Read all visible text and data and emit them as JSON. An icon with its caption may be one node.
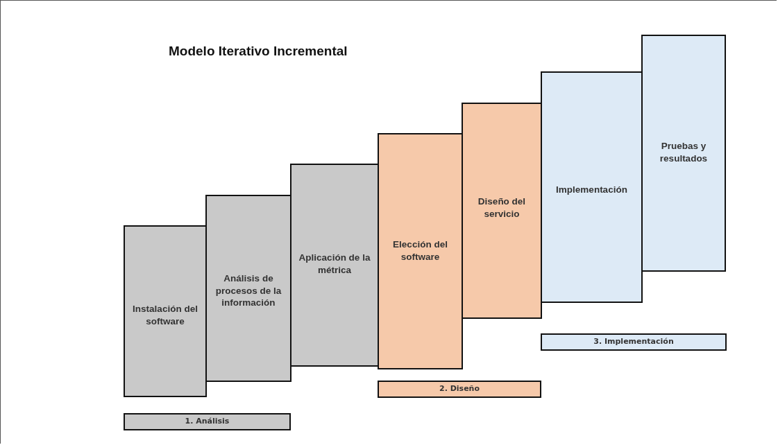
{
  "diagram": {
    "title": "Modelo Iterativo Incremental",
    "nodes": [
      {
        "text": [
          "Instalación del software"
        ]
      },
      {
        "text": [
          "Análisis de procesos de la información"
        ]
      },
      {
        "text": [
          "Aplicación de la métrica"
        ]
      },
      {
        "text": [
          "Elección del software"
        ]
      },
      {
        "text": [
          "Diseño del servicio"
        ]
      },
      {
        "text": [
          "Implementación"
        ]
      },
      {
        "text": [
          "Pruebas y resultados"
        ]
      },
      {
        "text": [
          "1. Análisis"
        ]
      },
      {
        "text": [
          "2. Diseño"
        ]
      },
      {
        "text": [
          "3. Implementación"
        ]
      }
    ]
  }
}
